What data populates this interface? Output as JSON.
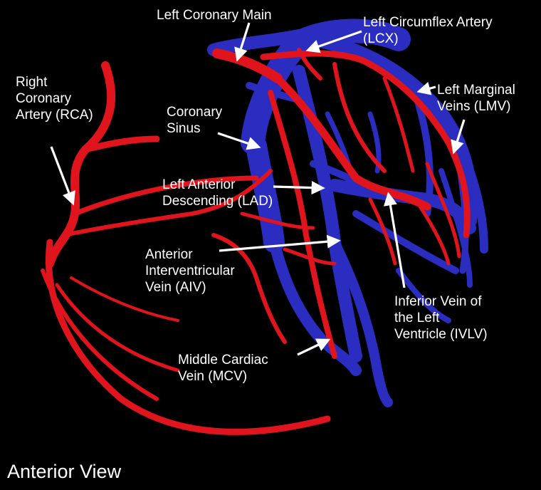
{
  "figure": {
    "view_label": "Anterior View",
    "colors": {
      "artery": "#e0141c",
      "vein": "#2a2dbf",
      "background": "#000000",
      "text": "#ffffff"
    }
  },
  "labels": {
    "left_coronary_main": [
      "Left Coronary Main"
    ],
    "lcx": [
      "Left Circumflex Artery",
      "(LCX)"
    ],
    "lmv": [
      "Left Marginal",
      "Veins (LMV)"
    ],
    "rca": [
      "Right",
      "Coronary",
      "Artery (RCA)"
    ],
    "coronary_sinus": [
      "Coronary",
      "Sinus"
    ],
    "lad": [
      "Left Anterior",
      "Descending (LAD)"
    ],
    "aiv": [
      "Anterior",
      "Interventricular",
      "Vein (AIV)"
    ],
    "ivlv": [
      "Inferior Vein of",
      "the Left",
      "Ventricle (IVLV)"
    ],
    "mcv": [
      "Middle Cardiac",
      "Vein (MCV)"
    ]
  }
}
